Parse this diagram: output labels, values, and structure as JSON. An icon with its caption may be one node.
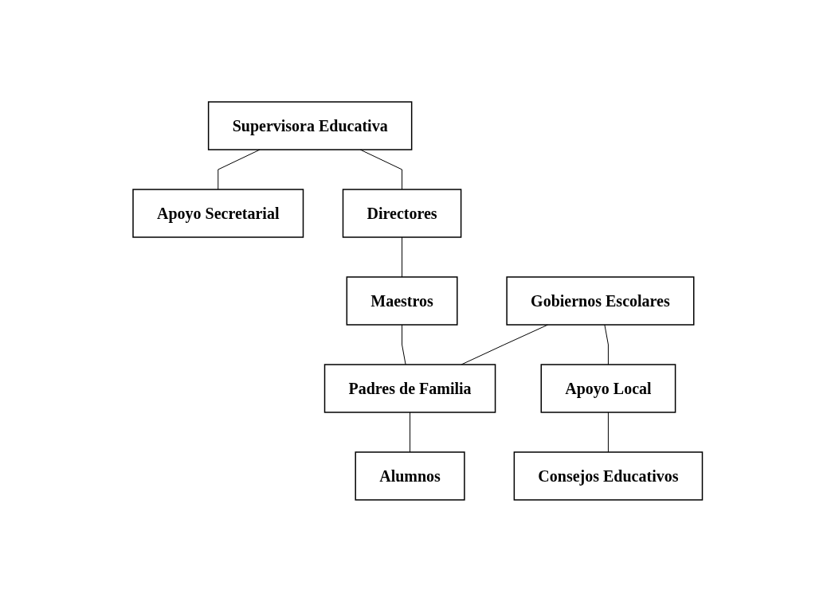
{
  "diagram": {
    "nodes": [
      {
        "text": [
          "Supervisora Educativa"
        ]
      },
      {
        "text": [
          "Apoyo Secretarial"
        ]
      },
      {
        "text": [
          "Directores"
        ]
      },
      {
        "text": [
          "Maestros"
        ]
      },
      {
        "text": [
          "Padres de Familia"
        ]
      },
      {
        "text": [
          "Alumnos"
        ]
      },
      {
        "text": [
          "Gobiernos Escolares"
        ]
      },
      {
        "text": [
          "Apoyo Local"
        ]
      },
      {
        "text": [
          "Consejos Educativos"
        ]
      }
    ],
    "edges": [
      {
        "from": 0,
        "to": 1,
        "arrow": "none"
      },
      {
        "from": 0,
        "to": 2,
        "arrow": "none"
      },
      {
        "from": 2,
        "to": 3,
        "arrow": "none"
      },
      {
        "from": 3,
        "to": 4,
        "arrow": "none"
      },
      {
        "from": 4,
        "to": 5,
        "arrow": "none"
      },
      {
        "from": 6,
        "to": 7,
        "arrow": "none"
      },
      {
        "from": 7,
        "to": 8,
        "arrow": "none"
      },
      {
        "from": 6,
        "to": 4,
        "arrow": "none"
      }
    ]
  }
}
